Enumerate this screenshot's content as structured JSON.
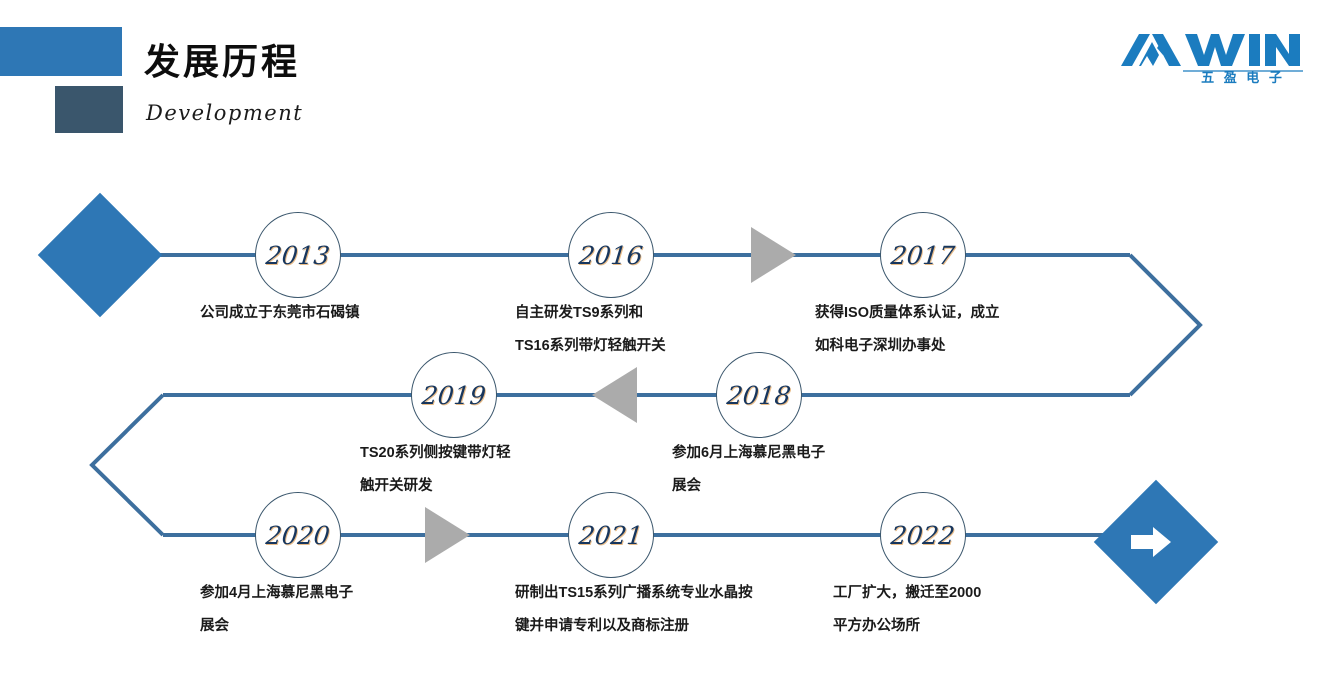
{
  "header": {
    "title": "发展历程",
    "subtitle": "Development",
    "bar_top_color": "#2E77B5",
    "bar_bottom_color": "#3A566C"
  },
  "logo": {
    "mark": "WIN",
    "wordmark": "WIN",
    "subtext": "五 盈 电 子",
    "color": "#1B7CBF"
  },
  "timeline": {
    "line_color": "#3D6F9E",
    "node_border_color": "#3A566C",
    "year_text_color": "#17365D",
    "arrow_gray": "#ABABAB",
    "accent": "#2E77B5",
    "milestones": [
      {
        "year": "2013",
        "lines": [
          "公司成立于东莞市石碣镇"
        ]
      },
      {
        "year": "2016",
        "lines": [
          "自主研发TS9系列和",
          "TS16系列带灯轻触开关"
        ]
      },
      {
        "year": "2017",
        "lines": [
          "获得ISO质量体系认证，成立",
          "如科电子深圳办事处"
        ]
      },
      {
        "year": "2019",
        "lines": [
          "TS20系列侧按键带灯轻",
          "触开关研发"
        ]
      },
      {
        "year": "2018",
        "lines": [
          "参加6月上海慕尼黑电子",
          "展会"
        ]
      },
      {
        "year": "2020",
        "lines": [
          "参加4月上海慕尼黑电子",
          "展会"
        ]
      },
      {
        "year": "2021",
        "lines": [
          "研制出TS15系列广播系统专业水晶按",
          "键并申请专利以及商标注册"
        ]
      },
      {
        "year": "2022",
        "lines": [
          "工厂扩大，搬迁至2000",
          "平方办公场所"
        ]
      }
    ]
  }
}
